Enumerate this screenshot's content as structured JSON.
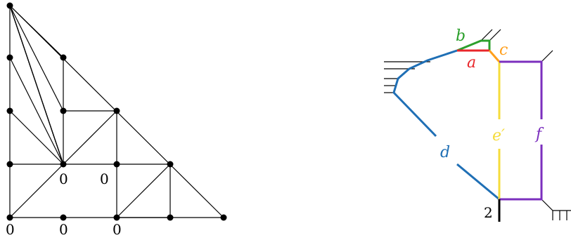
{
  "triangle": {
    "point_labels": [
      "0",
      "0",
      "0",
      "0",
      "0"
    ]
  },
  "tropical_curve": {
    "edges": [
      {
        "label": "a",
        "color": "#e8262a"
      },
      {
        "label": "b",
        "color": "#2ca02c"
      },
      {
        "label": "c",
        "color": "#ff9f1c"
      },
      {
        "label": "d",
        "color": "#1f6fb5"
      },
      {
        "label": "e′",
        "color": "#f5dc3c"
      },
      {
        "label": "f",
        "color": "#7b2fbe"
      }
    ],
    "weight_label": "2"
  }
}
